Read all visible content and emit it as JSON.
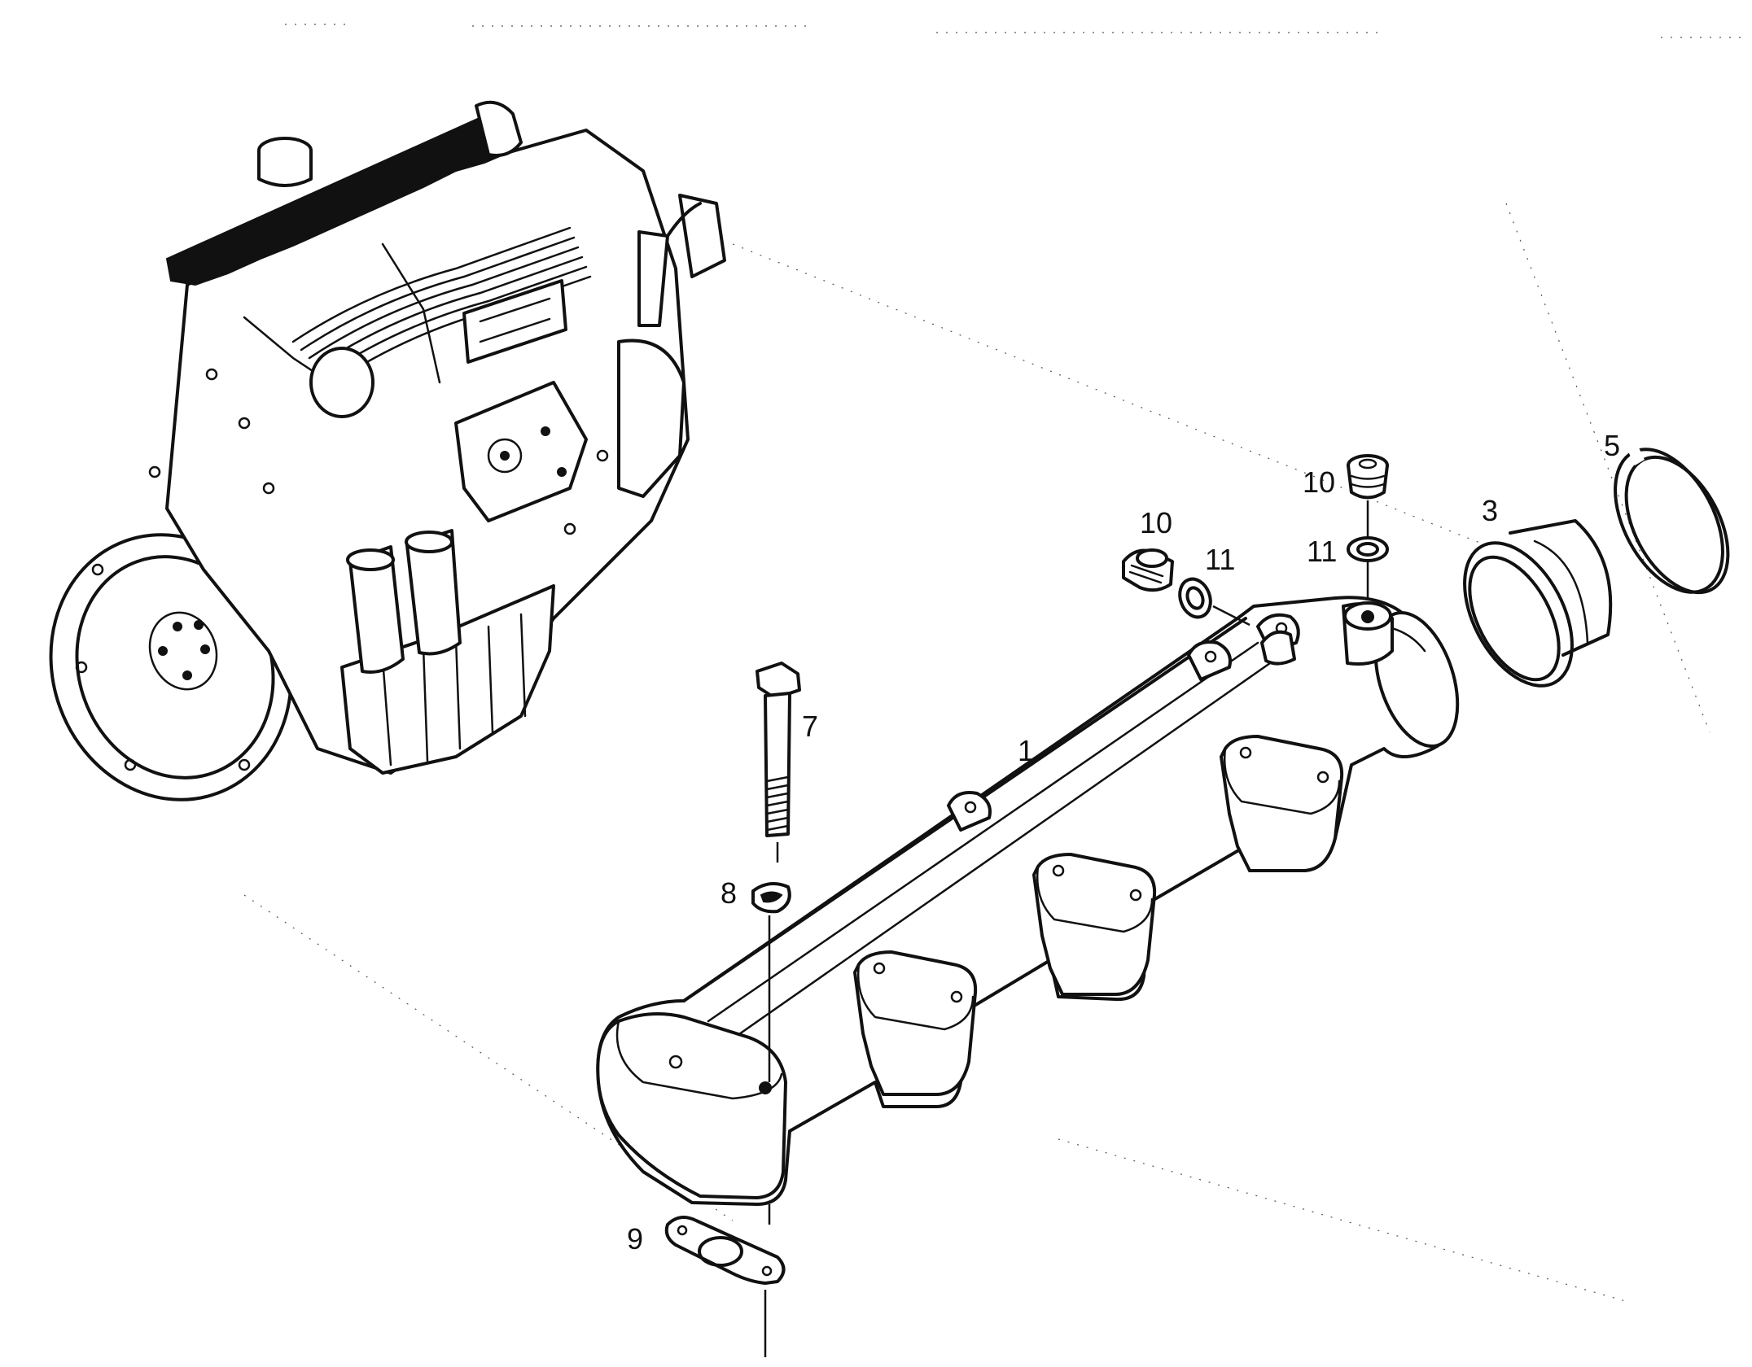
{
  "diagram": {
    "callouts": [
      {
        "id": "c1",
        "label": "1"
      },
      {
        "id": "c3",
        "label": "3"
      },
      {
        "id": "c5",
        "label": "5"
      },
      {
        "id": "c7",
        "label": "7"
      },
      {
        "id": "c8",
        "label": "8"
      },
      {
        "id": "c9",
        "label": "9"
      },
      {
        "id": "c10a",
        "label": "10"
      },
      {
        "id": "c10b",
        "label": "10"
      },
      {
        "id": "c11a",
        "label": "11"
      },
      {
        "id": "c11b",
        "label": "11"
      }
    ]
  }
}
